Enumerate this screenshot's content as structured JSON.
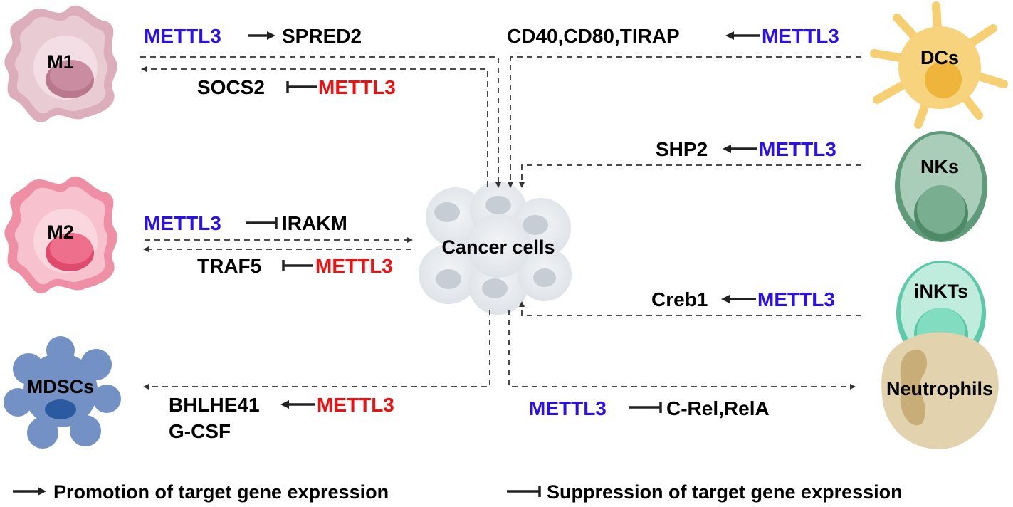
{
  "cells": {
    "m1": "M1",
    "m2": "M2",
    "mdscs": "MDSCs",
    "dcs": "DCs",
    "nks": "NKs",
    "inkts": "iNKTs",
    "neutrophils": "Neutrophils",
    "cancer": "Cancer cells"
  },
  "regulations": {
    "m1_top": {
      "regulator": "METTL3",
      "target": "SPRED2",
      "type": "promotion",
      "color": "blue"
    },
    "m1_bottom": {
      "regulator": "METTL3",
      "target": "SOCS2",
      "type": "suppression",
      "color": "red"
    },
    "m2_top": {
      "regulator": "METTL3",
      "target": "IRAKM",
      "type": "suppression",
      "color": "blue"
    },
    "m2_bottom": {
      "regulator": "METTL3",
      "target": "TRAF5",
      "type": "suppression",
      "color": "red"
    },
    "mdscs": {
      "regulator": "METTL3",
      "target": "BHLHE41",
      "target2": "G-CSF",
      "type": "promotion",
      "color": "red"
    },
    "dcs": {
      "regulator": "METTL3",
      "target": "CD40,CD80,TIRAP",
      "type": "promotion",
      "color": "blue"
    },
    "nks": {
      "regulator": "METTL3",
      "target": "SHP2",
      "type": "promotion",
      "color": "blue"
    },
    "inkts": {
      "regulator": "METTL3",
      "target": "Creb1",
      "type": "promotion",
      "color": "blue"
    },
    "neutrophils": {
      "regulator": "METTL3",
      "target": "C-Rel,RelA",
      "type": "suppression",
      "color": "blue"
    }
  },
  "legend": {
    "promotion": "Promotion of target gene expression",
    "suppression": "Suppression of target gene expression"
  },
  "colors": {
    "blue": "#2a10f0",
    "red": "#f01010"
  }
}
